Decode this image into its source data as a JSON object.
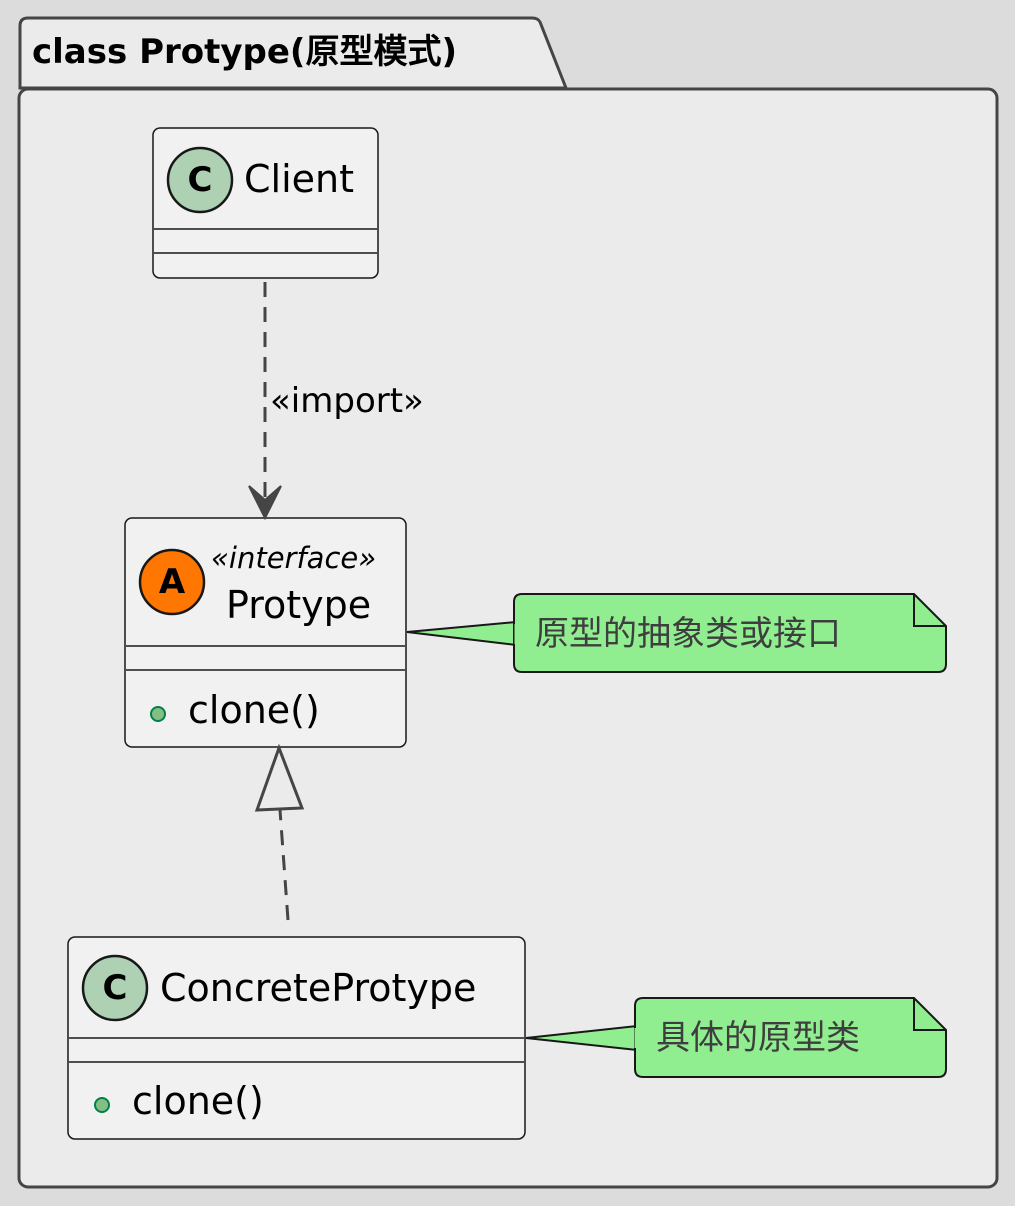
{
  "package": {
    "title": "class Protype(原型模式)"
  },
  "classes": {
    "client": {
      "name": "Client",
      "badge": "C",
      "badge_color": "#add1b2",
      "members": []
    },
    "protype": {
      "name": "Protype",
      "stereotype": "«interface»",
      "badge": "A",
      "badge_color": "#ff7700",
      "members": [
        "clone()"
      ]
    },
    "concrete": {
      "name": "ConcreteProtype",
      "badge": "C",
      "badge_color": "#add1b2",
      "members": [
        "clone()"
      ]
    }
  },
  "relations": {
    "client_to_protype": {
      "type": "dependency",
      "label": "«import»"
    },
    "concrete_to_protype": {
      "type": "realization"
    }
  },
  "notes": {
    "protype_note": "原型的抽象类或接口",
    "concrete_note": "具体的原型类"
  },
  "colors": {
    "background": "#dcdcdc",
    "package_fill": "#eaebea",
    "class_fill": "#f1f1f1",
    "note_fill": "#90ee90",
    "line": "#454545"
  }
}
